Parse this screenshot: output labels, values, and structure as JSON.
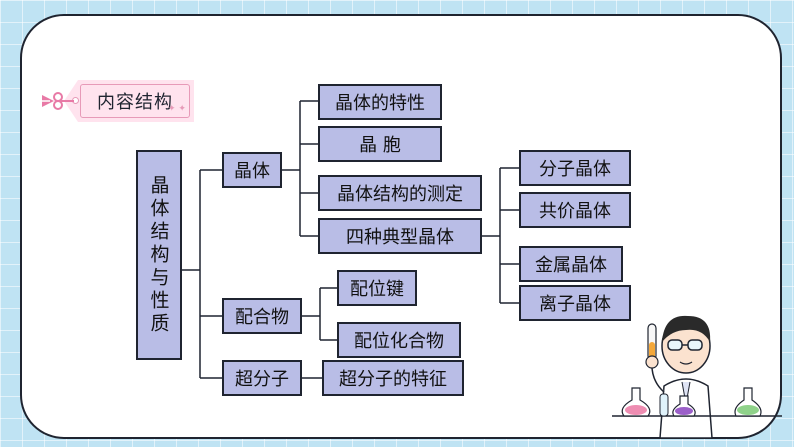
{
  "section_tag": "内容结构",
  "root": "晶体结构与性质",
  "level1": {
    "crystal": "晶体",
    "complex": "配合物",
    "supra": "超分子"
  },
  "crystal_children": [
    "晶体的特性",
    "晶  胞",
    "晶体结构的测定",
    "四种典型晶体"
  ],
  "crystal_types": [
    "分子晶体",
    "共价晶体",
    "金属晶体",
    "离子晶体"
  ],
  "complex_children": [
    "配位键",
    "配位化合物"
  ],
  "supra_children": [
    "超分子的特征"
  ],
  "colors": {
    "box_fill": "#b9bde6",
    "border": "#1f2430",
    "tag_pink": "#ffe3ee",
    "background": "#bfe3f3"
  }
}
